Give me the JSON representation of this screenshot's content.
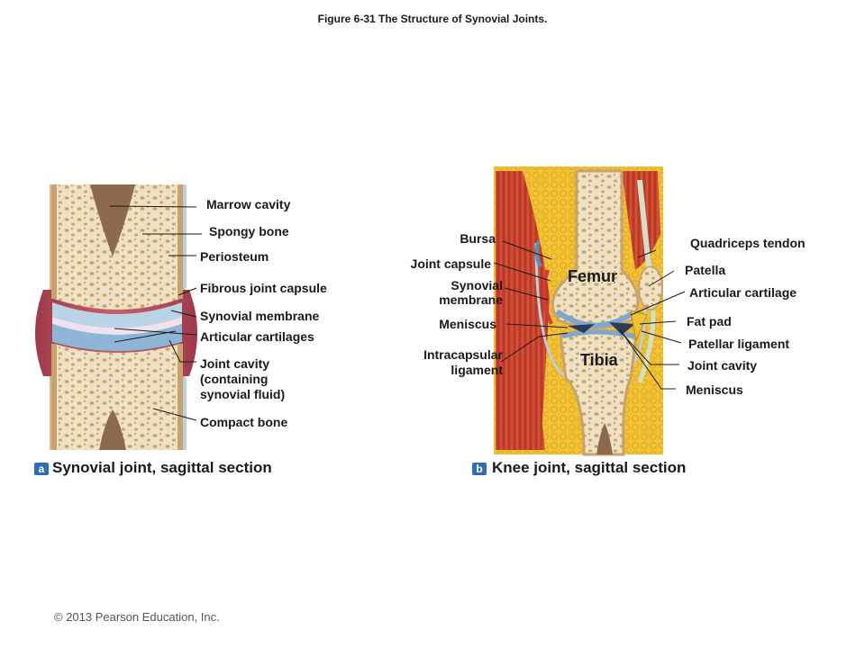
{
  "figure_title": "Figure 6-31  The Structure of Synovial Joints.",
  "panel_a": {
    "badge": "a",
    "caption": "Synovial joint, sagittal section",
    "labels": {
      "marrow_cavity": "Marrow cavity",
      "spongy_bone": "Spongy bone",
      "periosteum": "Periosteum",
      "fibrous_joint_capsule": "Fibrous joint capsule",
      "synovial_membrane": "Synovial membrane",
      "articular_cartilages": "Articular cartilages",
      "joint_cavity_1": "Joint cavity",
      "joint_cavity_2": "(containing",
      "joint_cavity_3": "synovial fluid)",
      "compact_bone": "Compact bone"
    }
  },
  "panel_b": {
    "badge": "b",
    "caption": "Knee joint, sagittal section",
    "bones": {
      "femur": "Femur",
      "tibia": "Tibia"
    },
    "labels": {
      "bursa": "Bursa",
      "joint_capsule": "Joint capsule",
      "synovial_membrane_1": "Synovial",
      "synovial_membrane_2": "membrane",
      "meniscus_left": "Meniscus",
      "intracapsular_1": "Intracapsular",
      "intracapsular_2": "ligament",
      "quadriceps_tendon": "Quadriceps tendon",
      "patella": "Patella",
      "articular_cartilage": "Articular cartilage",
      "fat_pad": "Fat pad",
      "patellar_ligament": "Patellar ligament",
      "joint_cavity": "Joint cavity",
      "meniscus_right": "Meniscus"
    }
  },
  "copyright": "© 2013 Pearson Education, Inc.",
  "colors": {
    "bone": "#efe2c4",
    "pore": "#caa86a",
    "marrow": "#8b6a4d",
    "cartilage": "#b9d4e6",
    "capsule": "#b44a5a",
    "periosteum": "#d9b995",
    "muscle": "#c9402c",
    "fat": "#f1c232",
    "badge": "#2f6db5"
  }
}
